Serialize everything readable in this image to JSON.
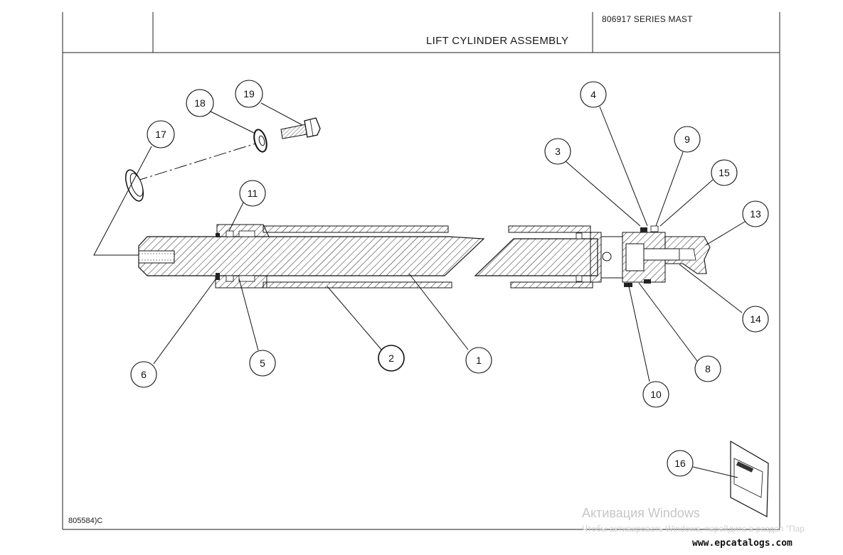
{
  "header": {
    "series": "806917 SERIES MAST",
    "title": "LIFT CYLINDER ASSEMBLY"
  },
  "drawing_number": "805584)C",
  "callouts": [
    {
      "id": "callout-1",
      "label": "1"
    },
    {
      "id": "callout-2",
      "label": "2"
    },
    {
      "id": "callout-3",
      "label": "3"
    },
    {
      "id": "callout-4",
      "label": "4"
    },
    {
      "id": "callout-5",
      "label": "5"
    },
    {
      "id": "callout-6",
      "label": "6"
    },
    {
      "id": "callout-8",
      "label": "8"
    },
    {
      "id": "callout-9",
      "label": "9"
    },
    {
      "id": "callout-10",
      "label": "10"
    },
    {
      "id": "callout-11",
      "label": "11"
    },
    {
      "id": "callout-13",
      "label": "13"
    },
    {
      "id": "callout-14",
      "label": "14"
    },
    {
      "id": "callout-15",
      "label": "15"
    },
    {
      "id": "callout-16",
      "label": "16"
    },
    {
      "id": "callout-17",
      "label": "17"
    },
    {
      "id": "callout-18",
      "label": "18"
    },
    {
      "id": "callout-19",
      "label": "19"
    }
  ],
  "watermark": {
    "title": "Активация Windows",
    "subtitle": "Чтобы активировать Windows, перейдите в раздел \"Пар"
  },
  "site_url": "www.epcatalogs.com",
  "colors": {
    "line": "#111111",
    "watermark": "#c6c6c6"
  }
}
